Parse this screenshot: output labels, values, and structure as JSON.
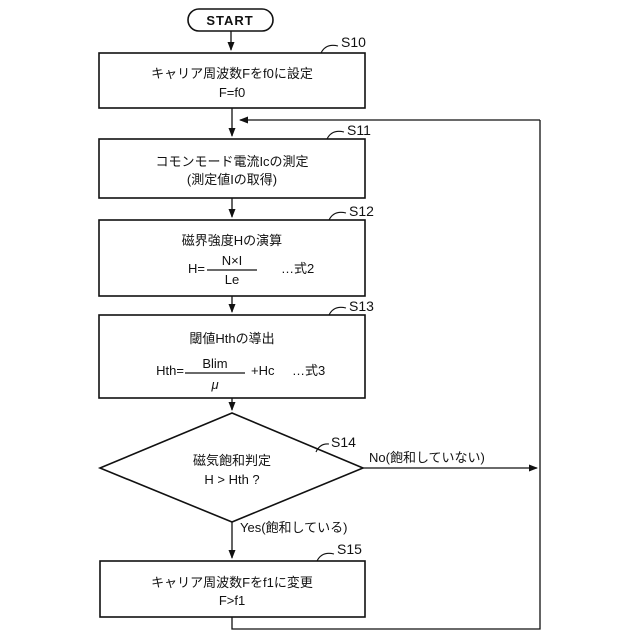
{
  "colors": {
    "background": "#ffffff",
    "line": "#111111",
    "text": "#111111"
  },
  "flowchart": {
    "start": {
      "label": "START"
    },
    "s10": {
      "tag": "S10",
      "line1": "キャリア周波数Fをf0に設定",
      "line2": "F=f0"
    },
    "s11": {
      "tag": "S11",
      "line1": "コモンモード電流Icの測定",
      "line2": "(測定値Iの取得)"
    },
    "s12": {
      "tag": "S12",
      "title": "磁界強度Hの演算",
      "eq_lhs": "H=",
      "eq_num": "N×I",
      "eq_den": "Le",
      "eq_note": "…式2"
    },
    "s13": {
      "tag": "S13",
      "title": "閾値Hthの導出",
      "eq_lhs": "Hth=",
      "eq_num": "Blim",
      "eq_den": "μ",
      "eq_suffix": "+Hc",
      "eq_note": "…式3"
    },
    "s14": {
      "tag": "S14",
      "line1": "磁気飽和判定",
      "line2": "H > Hth ?",
      "no_label": "No(飽和していない)",
      "yes_label": "Yes(飽和している)"
    },
    "s15": {
      "tag": "S15",
      "line1": "キャリア周波数Fをf1に変更",
      "line2": "F>f1"
    }
  }
}
